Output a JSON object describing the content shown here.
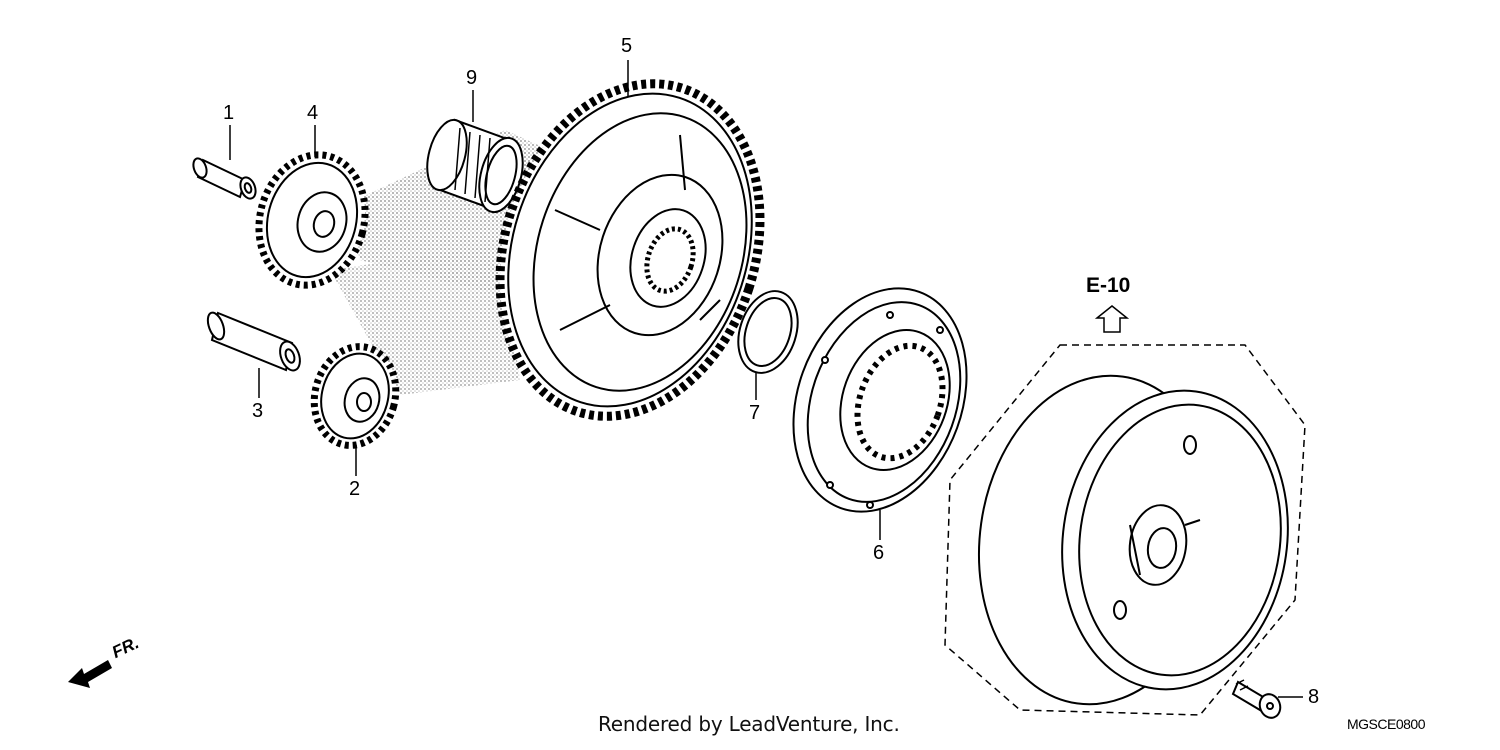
{
  "callouts": [
    "1",
    "2",
    "3",
    "4",
    "5",
    "6",
    "7",
    "8",
    "9"
  ],
  "reference": "E-10",
  "direction": "FR.",
  "footer": "Rendered by LeadVenture, Inc.",
  "code": "MGSCE0800",
  "colors": {
    "ink": "#000000",
    "shade": "#c8c8c8"
  }
}
